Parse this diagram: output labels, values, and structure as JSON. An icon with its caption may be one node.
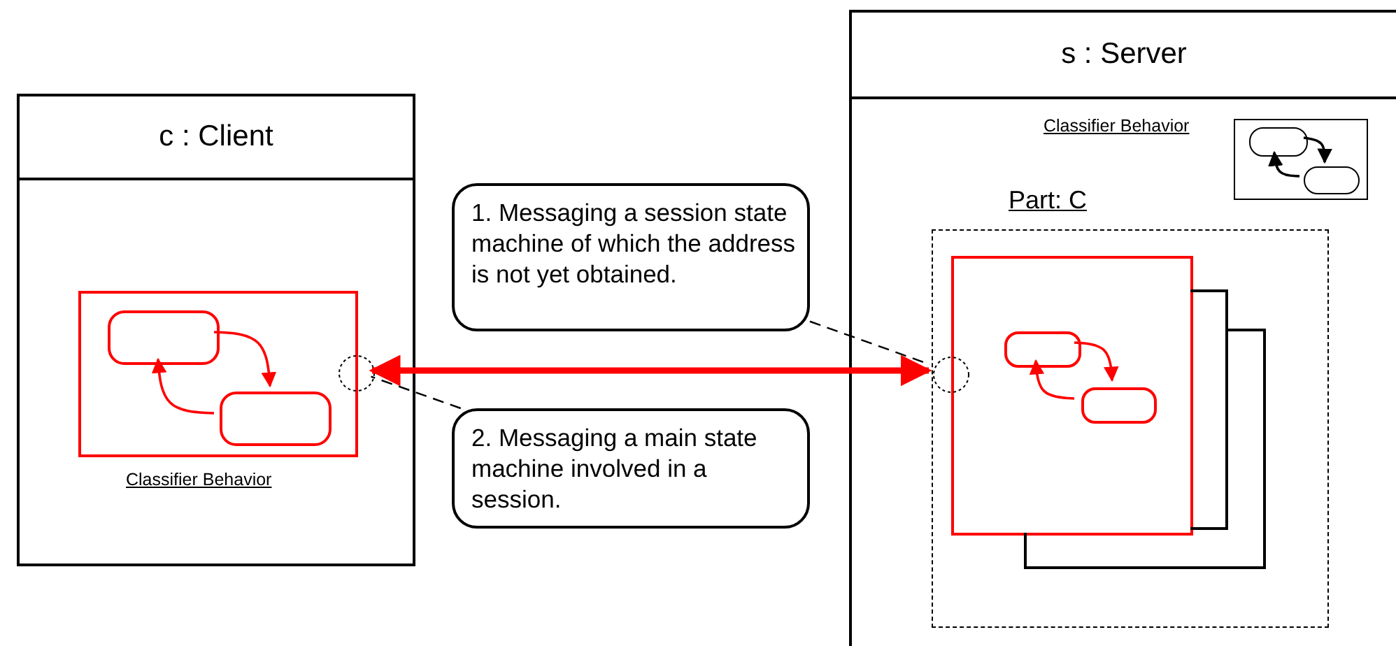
{
  "diagram": {
    "nodes": [
      {
        "text": [
          "c : Client"
        ]
      },
      {
        "text": [],
        "shape": "box",
        "in": 0,
        "beside": [
          "Classifier Behavior"
        ]
      },
      {
        "text": [],
        "shape": "box",
        "in": 1
      },
      {
        "text": [],
        "shape": "box",
        "in": 1
      },
      {
        "text": [],
        "shape": "circle",
        "in": 0
      },
      {
        "text": [
          "s : Server"
        ]
      },
      {
        "text": [],
        "shape": "box",
        "in": 5,
        "beside": [
          "Classifier Behavior"
        ]
      },
      {
        "text": [],
        "shape": "box",
        "in": 6
      },
      {
        "text": [],
        "shape": "box",
        "in": 6
      },
      {
        "text": [
          "Part: C"
        ],
        "in": 5
      },
      {
        "text": [],
        "shape": "box",
        "in": 9
      },
      {
        "text": [],
        "shape": "box",
        "in": 10
      },
      {
        "text": [],
        "shape": "box",
        "in": 10
      },
      {
        "text": [],
        "shape": "circle",
        "in": 9
      },
      {
        "text": [
          "1. Messaging a session state machine of which the address is not yet obtained."
        ]
      },
      {
        "text": [
          "2. Messaging a main state machine involved in a session."
        ]
      }
    ],
    "edges": [
      {
        "from": 4,
        "to": 13,
        "arrow": "both",
        "style": "thick",
        "color": "#ff0000"
      },
      {
        "from": 14,
        "to": 13,
        "arrow": "none",
        "style": "dashed",
        "color": "#000000"
      },
      {
        "from": 15,
        "to": 4,
        "arrow": "none",
        "style": "dashed",
        "color": "#000000"
      },
      {
        "from": 2,
        "to": 3,
        "arrow": "to",
        "color": "#ff0000"
      },
      {
        "from": 3,
        "to": 2,
        "arrow": "to",
        "color": "#ff0000"
      },
      {
        "from": 7,
        "to": 8,
        "arrow": "to",
        "color": "#000000"
      },
      {
        "from": 8,
        "to": 7,
        "arrow": "to",
        "color": "#000000"
      },
      {
        "from": 11,
        "to": 12,
        "arrow": "to",
        "color": "#ff0000"
      },
      {
        "from": 12,
        "to": 11,
        "arrow": "to",
        "color": "#ff0000"
      }
    ]
  }
}
